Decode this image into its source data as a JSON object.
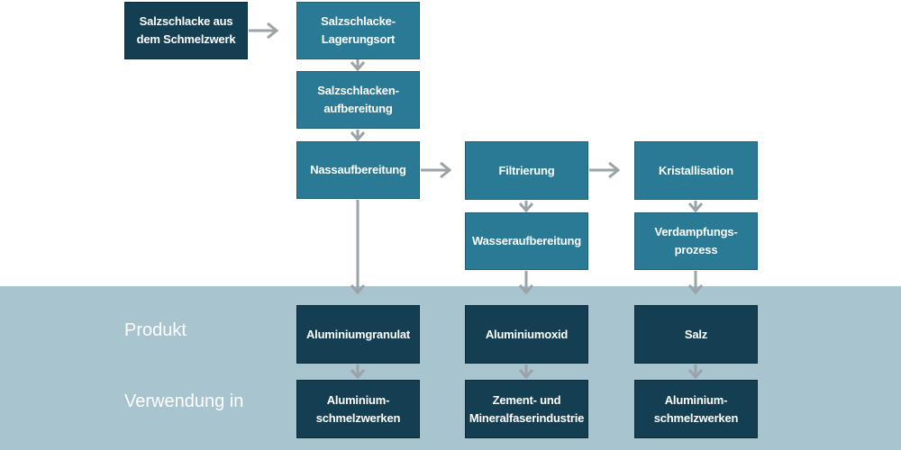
{
  "nodes": {
    "source": "Salzschlacke aus\ndem Schmelzwerk",
    "storage": "Salzschlacke-\nLagerungsort",
    "processing": "Salzschlacken-\naufbereitung",
    "wet": "Nassaufbereitung",
    "filtration": "Filtrierung",
    "crystallisation": "Kristallisation",
    "water": "Wasseraufbereitung",
    "evaporation": "Verdampfungs-\nprozess"
  },
  "products": {
    "label": "Produkt",
    "granulate": "Aluminiumgranulat",
    "oxide": "Aluminiumoxid",
    "salt": "Salz"
  },
  "uses": {
    "label": "Verwendung in",
    "granulate_use": "Aluminium-\nschmelzwerken",
    "oxide_use": "Zement- und\nMineralfaserindustrie",
    "salt_use": "Aluminium-\nschmelzwerken"
  },
  "colors": {
    "dark_box": "#143f52",
    "mid_box": "#2a7995",
    "band": "#a8c4cf",
    "arrow": "#9aa3a8"
  }
}
